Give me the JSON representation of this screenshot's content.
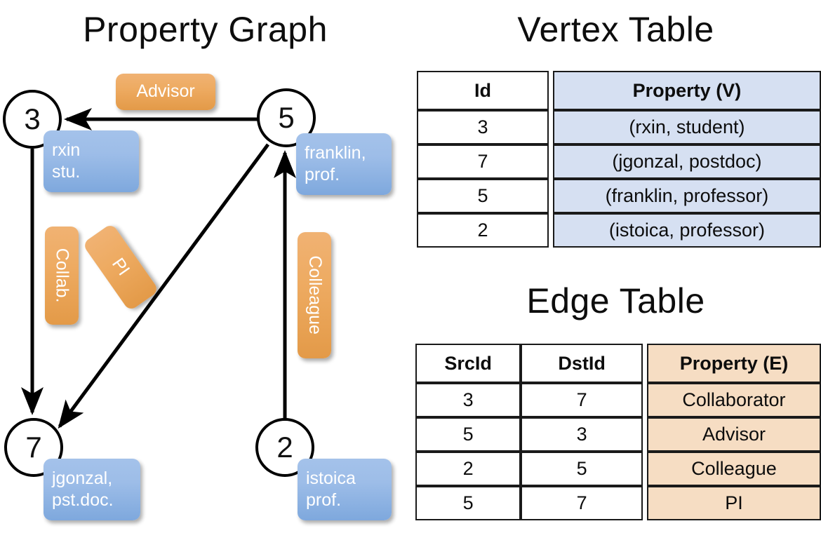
{
  "titles": {
    "property_graph": "Property Graph",
    "vertex_table": "Vertex Table",
    "edge_table": "Edge Table"
  },
  "graph": {
    "nodes": [
      {
        "id": "3",
        "label": "3",
        "property_lines": [
          "rxin",
          "stu."
        ]
      },
      {
        "id": "5",
        "label": "5",
        "property_lines": [
          "franklin,",
          "prof."
        ]
      },
      {
        "id": "7",
        "label": "7",
        "property_lines": [
          "jgonzal,",
          "pst.doc."
        ]
      },
      {
        "id": "2",
        "label": "2",
        "property_lines": [
          "istoica",
          "prof."
        ]
      }
    ],
    "edge_labels": [
      {
        "name": "advisor",
        "text": "Advisor"
      },
      {
        "name": "collab",
        "text": "Collab."
      },
      {
        "name": "pi",
        "text": "PI"
      },
      {
        "name": "colleague",
        "text": "Colleague"
      }
    ]
  },
  "vertex_table": {
    "headers": [
      "Id",
      "Property (V)"
    ],
    "rows": [
      [
        "3",
        "(rxin, student)"
      ],
      [
        "7",
        "(jgonzal, postdoc)"
      ],
      [
        "5",
        "(franklin, professor)"
      ],
      [
        "2",
        "(istoica, professor)"
      ]
    ]
  },
  "edge_table": {
    "headers": [
      "SrcId",
      "DstId",
      "Property (E)"
    ],
    "rows": [
      [
        "3",
        "7",
        "Collaborator"
      ],
      [
        "5",
        "3",
        "Advisor"
      ],
      [
        "2",
        "5",
        "Colleague"
      ],
      [
        "5",
        "7",
        "PI"
      ]
    ]
  },
  "colors": {
    "vertex_property_fill": "#d6e0f2",
    "edge_property_fill": "#f6ddc3",
    "node_box_blue": "#9dbde8",
    "edge_label_orange": "#eeab62",
    "stroke": "#000000"
  }
}
